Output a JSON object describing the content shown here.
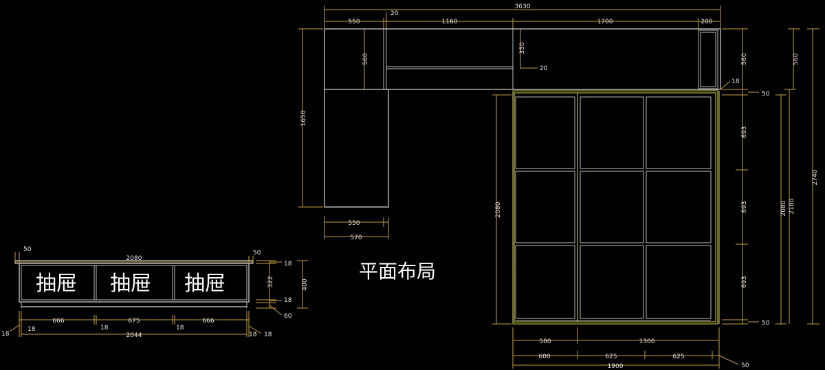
{
  "plan": {
    "title": "平面布局",
    "top": {
      "overall": "3630",
      "segments": [
        "550",
        "1160",
        "1700",
        "200"
      ],
      "gap": "20",
      "shelf_height": "560",
      "shelf_offset": "350",
      "shelf_gap": "20"
    },
    "left_wing": {
      "height": "1650",
      "width_inner": "550",
      "width_outer": "570"
    },
    "right_unit": {
      "depth_marker": "18",
      "height_560": "560",
      "gap_50_top": "50",
      "panel_693_a": "693",
      "panel_693_b": "693",
      "panel_693_c": "693",
      "gap_50_bottom": "50",
      "height_2080": "2080",
      "height_2180": "2180",
      "height_2740": "2740",
      "left_height": "2080",
      "width_580": "580",
      "width_1300": "1300",
      "bottom_600": "600",
      "bottom_625_a": "625",
      "bottom_625_b": "625",
      "bottom_50": "50",
      "bottom_total": "1900"
    }
  },
  "cabinet": {
    "top_overhang_left": "50",
    "top_overhang_right": "50",
    "top_width": "2080",
    "drawer_label": "抽屉",
    "top_board": "18",
    "height": "322",
    "total_height": "400",
    "mid_board": "18",
    "plinth": "60",
    "seg_a": "666",
    "seg_b": "675",
    "seg_c": "666",
    "board_a": "18",
    "board_b": "18",
    "board_c": "18",
    "board_d": "18",
    "board_e": "18",
    "bottom_width": "2044"
  }
}
